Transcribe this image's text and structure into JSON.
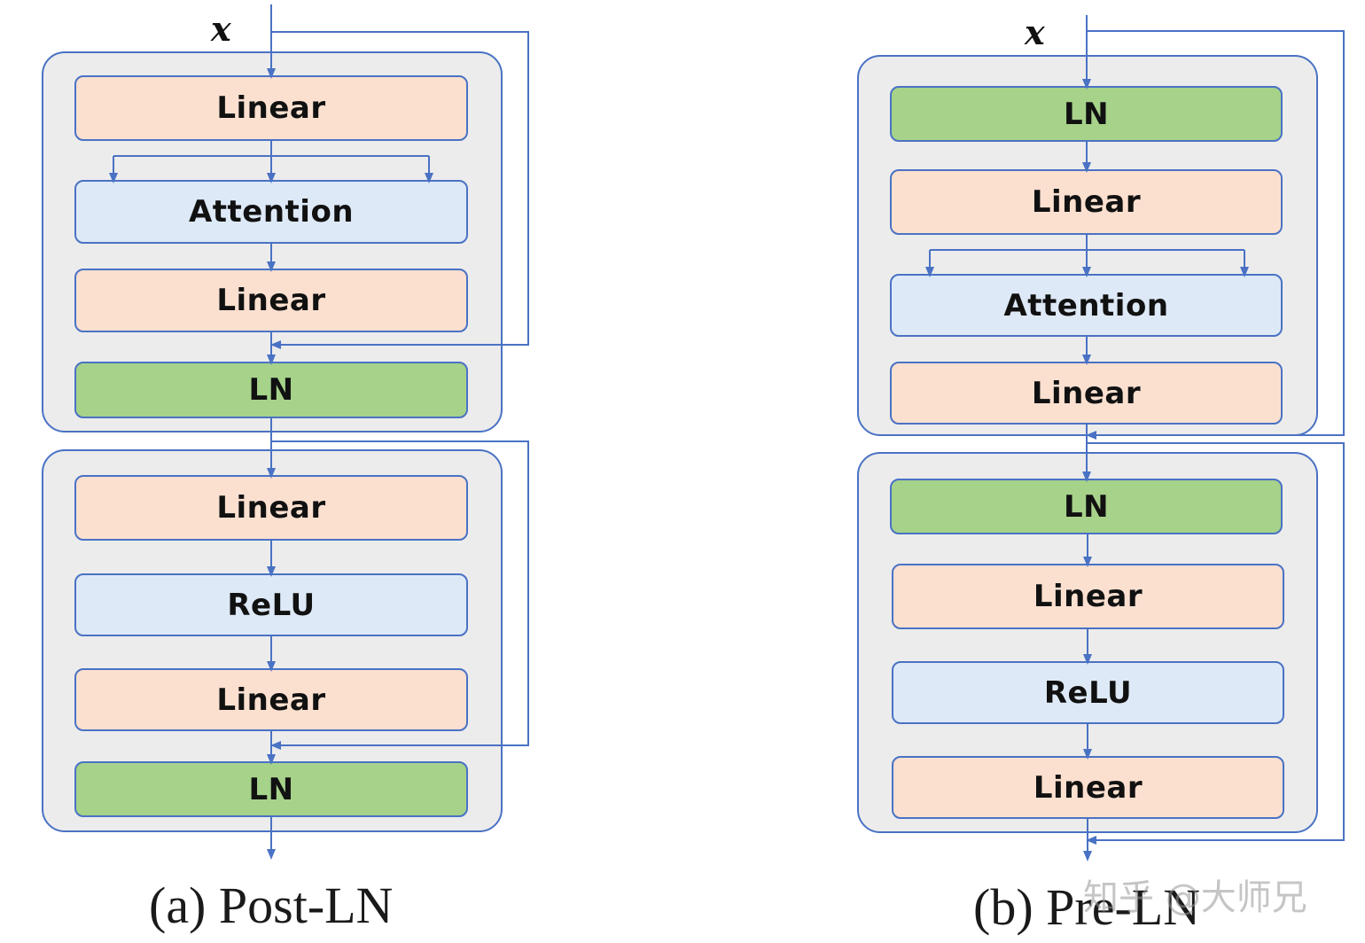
{
  "input_label": "x",
  "post_ln": {
    "caption": "(a) Post-LN",
    "attention_block": {
      "linear_in": "Linear",
      "attention": "Attention",
      "linear_out": "Linear",
      "norm": "LN"
    },
    "ffn_block": {
      "linear_in": "Linear",
      "activation": "ReLU",
      "linear_out": "Linear",
      "norm": "LN"
    }
  },
  "pre_ln": {
    "caption": "(b) Pre-LN",
    "attention_block": {
      "norm": "LN",
      "linear_in": "Linear",
      "attention": "Attention",
      "linear_out": "Linear"
    },
    "ffn_block": {
      "norm": "LN",
      "linear_in": "Linear",
      "activation": "ReLU",
      "linear_out": "Linear"
    }
  },
  "watermark": "知乎 @大师兄",
  "colors": {
    "linear": "#fbe0d0",
    "attention": "#dde9f6",
    "relu": "#dde9f6",
    "ln": "#a6d28a",
    "group_bg": "#ececec",
    "wire": "#4a72c4"
  }
}
